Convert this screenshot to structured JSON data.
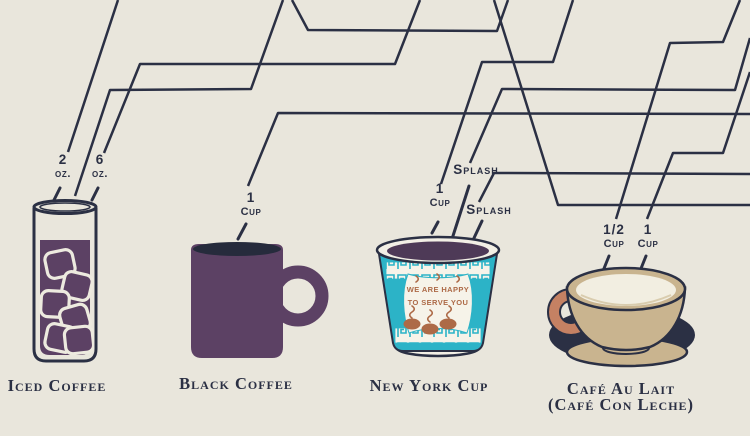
{
  "poster": {
    "background_color": "#e9e6dc",
    "line_color": "#2b3044",
    "accent_colors": {
      "coffee_purple": "#5c4164",
      "ny_cup_teal": "#2cb3c7",
      "cream": "#f2efe5",
      "terracotta": "#ad6a47",
      "cup_tan": "#c9b48f"
    }
  },
  "measurements": {
    "iced_a": {
      "amount": "2",
      "unit": "oz."
    },
    "iced_b": {
      "amount": "6",
      "unit": "oz."
    },
    "black": {
      "amount": "1",
      "unit": "Cup"
    },
    "ny_cup": {
      "amount": "1",
      "unit": "Cup"
    },
    "ny_splash_top": {
      "amount": "Splash"
    },
    "ny_splash_bottom": {
      "amount": "Splash"
    },
    "cafe_half": {
      "amount": "1/2",
      "unit": "Cup"
    },
    "cafe_one": {
      "amount": "1",
      "unit": "Cup"
    }
  },
  "titles": {
    "iced": "Iced Coffee",
    "black": "Black Coffee",
    "ny": "New York Cup",
    "cafe": "Café Au Lait",
    "cafe_sub": "(Café Con Leche)"
  },
  "ny_cup_art": {
    "slogan_line1": "WE ARE HAPPY",
    "slogan_line2": "TO SERVE YOU"
  }
}
